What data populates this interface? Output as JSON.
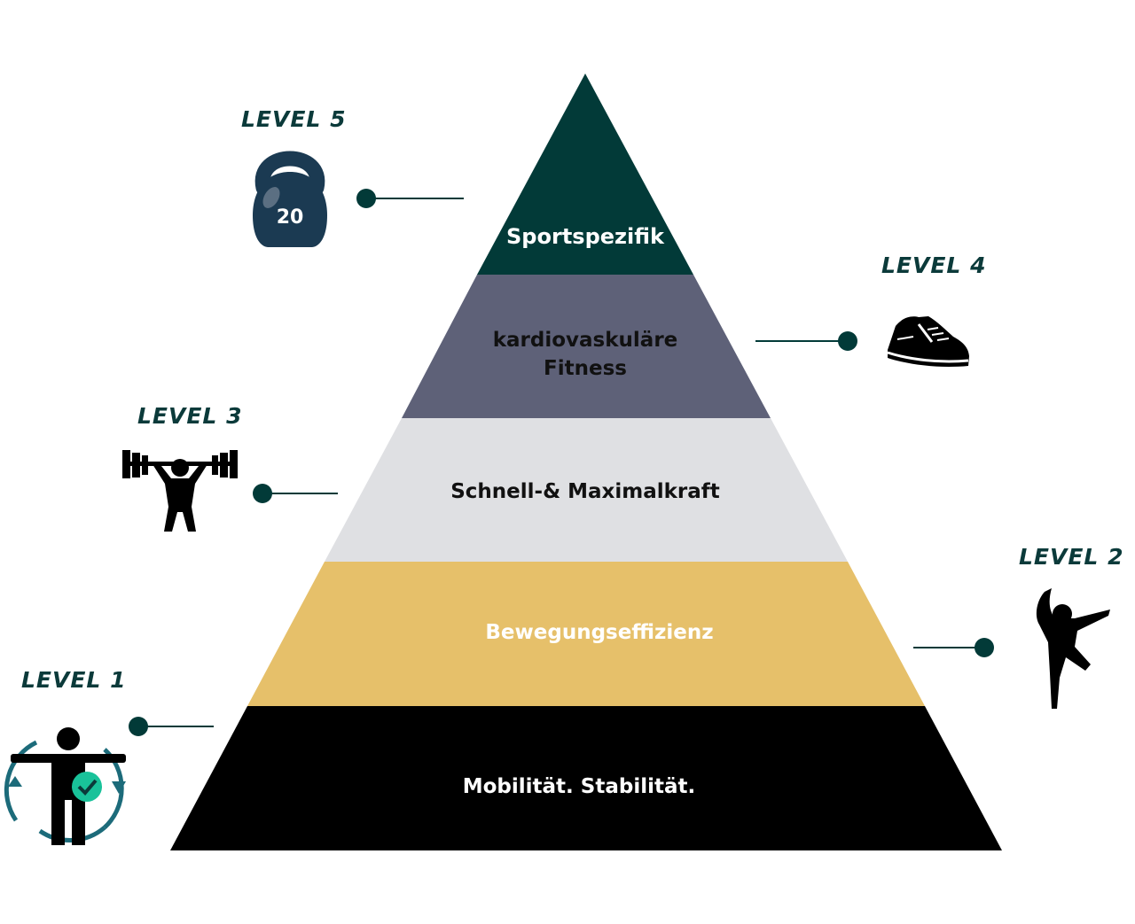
{
  "colors": {
    "tier5": "#023a38",
    "tier4": "#5e6178",
    "tier3": "#dfe0e3",
    "tier2": "#e6c06a",
    "tier1": "#000000",
    "accent": "#023a38",
    "teal": "#19c29a",
    "arrow": "#1c6b7a"
  },
  "levels": [
    {
      "label": "LEVEL 5",
      "tier": "Sportspezifik",
      "icon": "kettlebell-icon",
      "kettlebell_weight": "20"
    },
    {
      "label": "LEVEL 4",
      "tier": "kardiovaskuläre Fitness",
      "tier_line1": "kardiovaskuläre",
      "tier_line2": "Fitness",
      "icon": "sneaker-icon"
    },
    {
      "label": "LEVEL 3",
      "tier": "Schnell-& Maximalkraft",
      "icon": "weightlifter-icon"
    },
    {
      "label": "LEVEL 2",
      "tier": "Bewegungseffizienz",
      "icon": "dancer-icon"
    },
    {
      "label": "LEVEL 1",
      "tier": "Mobilität. Stabilität.",
      "icon": "mobility-person-icon"
    }
  ]
}
